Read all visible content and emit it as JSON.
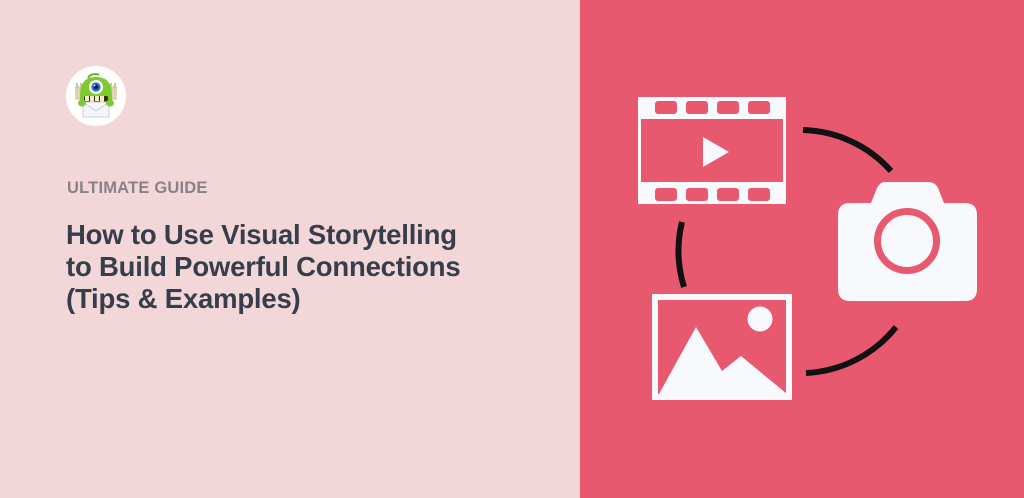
{
  "colors": {
    "left_background": "#F3D6D8",
    "right_background": "#E8596F",
    "eyebrow_text": "#8B8087",
    "headline_text": "#363E4C",
    "icon_fill": "#F8F9FD",
    "connector_stroke": "#111111",
    "logo_background": "#FFFFFF"
  },
  "brand": {
    "logo_icon": "monster-mascot-envelope-icon"
  },
  "hero": {
    "eyebrow": "ULTIMATE GUIDE",
    "headline_lines": [
      "How to Use Visual Storytelling",
      "to Build Powerful Connections",
      "(Tips & Examples)"
    ]
  },
  "illustration": {
    "icons": [
      "film-strip-play-icon",
      "camera-icon",
      "image-landscape-icon"
    ],
    "connector": "dashed-circle-arcs"
  }
}
